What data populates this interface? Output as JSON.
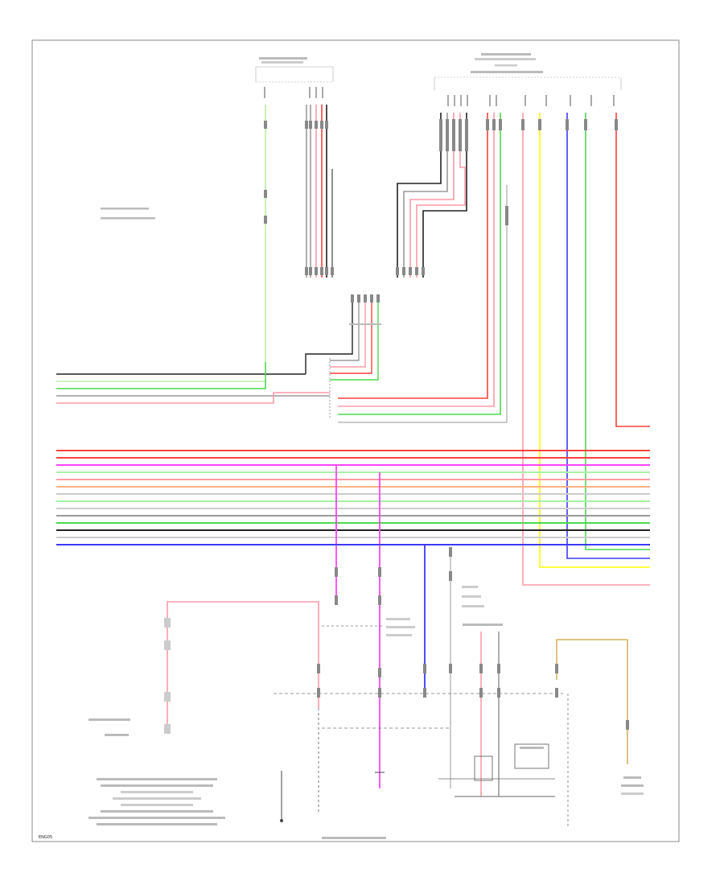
{
  "diagram": {
    "footer_code": "ENG05"
  },
  "wire_colors": {
    "black": "#222222",
    "gray": "#9a9a9a",
    "red": "#ff4040",
    "pink": "#ff9aa8",
    "green": "#4cd94c",
    "light_green": "#a8f0a8",
    "yellow": "#ffff00",
    "blue": "#3a3aff",
    "violet": "#ff44ff",
    "orange": "#ffb080",
    "tan": "#d8b060"
  },
  "connector_indicators": [
    "wire-bus-top-entry",
    "wire-bus-main"
  ]
}
